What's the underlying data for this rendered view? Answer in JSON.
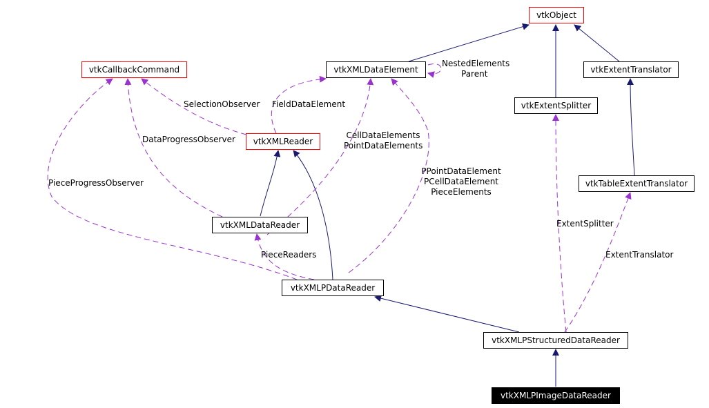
{
  "colors": {
    "inheritance_edge": "#191970",
    "usage_edge": "#9a32cd",
    "undocumented_border": "#ff0000",
    "documented_border": "#000000",
    "focus_fill": "#000000",
    "focus_text": "#ffffff"
  },
  "nodes": {
    "vtkObject": "vtkObject",
    "vtkCallbackCommand": "vtkCallbackCommand",
    "vtkXMLDataElement": "vtkXMLDataElement",
    "vtkExtentTranslator": "vtkExtentTranslator",
    "vtkExtentSplitter": "vtkExtentSplitter",
    "vtkXMLReader": "vtkXMLReader",
    "vtkTableExtentTranslator": "vtkTableExtentTranslator",
    "vtkXMLDataReader": "vtkXMLDataReader",
    "vtkXMLPDataReader": "vtkXMLPDataReader",
    "vtkXMLPStructuredDataReader": "vtkXMLPStructuredDataReader",
    "vtkXMLPImageDataReader": "vtkXMLPImageDataReader"
  },
  "edge_labels": {
    "nested_elements": [
      "NestedElements",
      "Parent"
    ],
    "selection_observer": [
      "SelectionObserver"
    ],
    "field_data_element": [
      "FieldDataElement"
    ],
    "data_progress_observer": [
      "DataProgressObserver"
    ],
    "cell_point_data_elements": [
      "CellDataElements",
      "PointDataElements"
    ],
    "piece_progress_observer": [
      "PieceProgressObserver"
    ],
    "ppoint_pcell_piece": [
      "PPointDataElement",
      "PCellDataElement",
      "PieceElements"
    ],
    "extent_splitter": [
      "ExtentSplitter"
    ],
    "extent_translator": [
      "ExtentTranslator"
    ],
    "piece_readers": [
      "PieceReaders"
    ]
  }
}
